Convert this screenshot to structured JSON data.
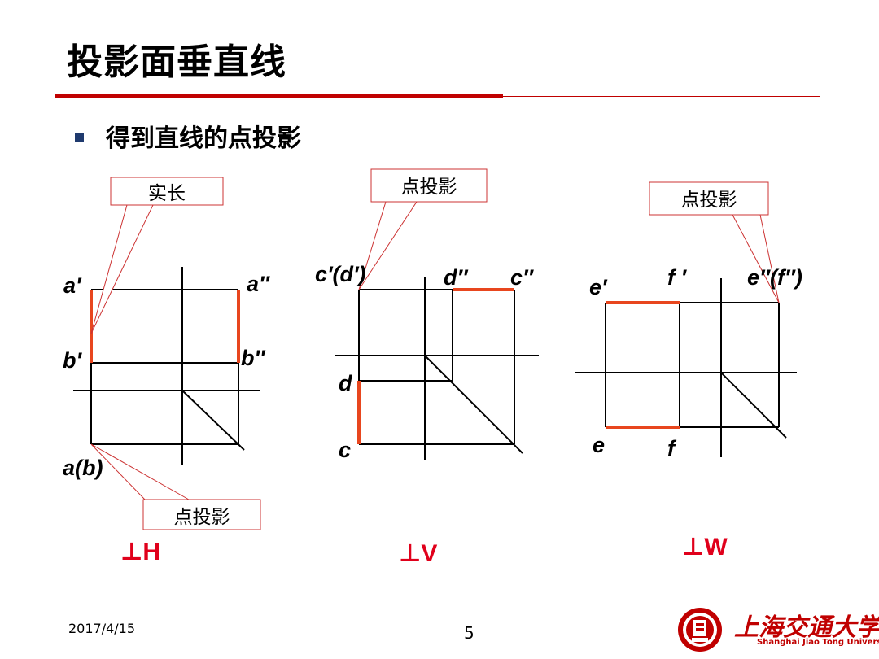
{
  "title": "投影面垂直线",
  "bullet": "得到直线的点投影",
  "callouts": {
    "shichang": "实长",
    "dian_touying_1": "点投影",
    "dian_touying_2": "点投影",
    "dian_touying_3": "点投影"
  },
  "labels": {
    "a_prime": "a′",
    "b_prime": "b′",
    "a_dprime": "a″",
    "b_dprime": "b″",
    "a_b": "a(b)",
    "c_prime_d_prime": "c′(d′)",
    "d_dprime": "d″",
    "c_dprime": "c″",
    "d": "d",
    "c": "c",
    "e_prime": "e′",
    "f_prime": "f ′",
    "e_dprime_f_dprime": "e″(f″)",
    "e": "e",
    "f": "f"
  },
  "perp_labels": {
    "h": "⊥H",
    "v": "⊥V",
    "w": "⊥W"
  },
  "footer": {
    "date": "2017/4/15",
    "page": "5"
  },
  "logo": {
    "name_cn": "上海交通大学",
    "name_en": "Shanghai Jiao Tong University"
  },
  "colors": {
    "accent_red": "#c00000",
    "highlight": "#e8461e",
    "perp_red": "#e0001b",
    "callout_border": "#cc3333"
  }
}
